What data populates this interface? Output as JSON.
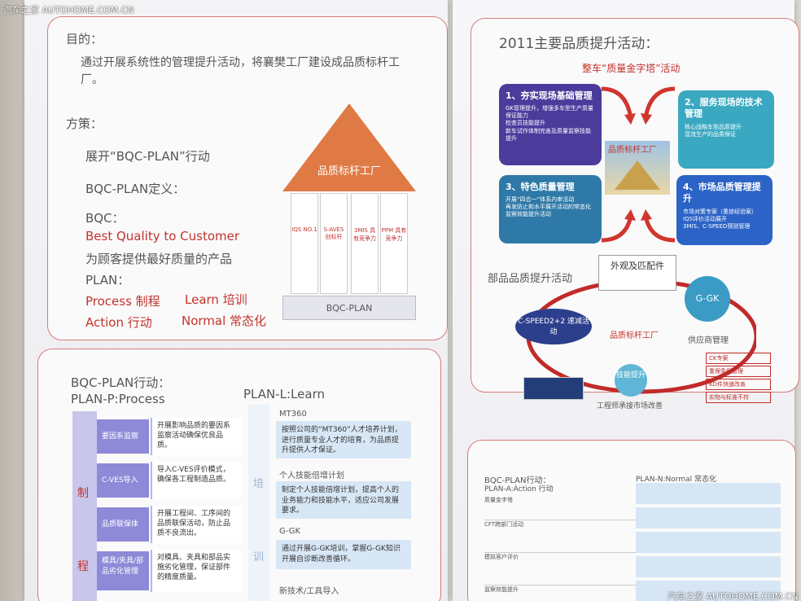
{
  "watermark_top": "汽车之家 AUTOHOME.COM.CN",
  "watermark_bottom": "汽车之家 AUTOHOME.COM.CN",
  "left": {
    "goal_title": "目的：",
    "goal_text": "通过开展系统性的管理提升活动，将襄樊工厂建设成品质标杆工厂。",
    "strategy_title": "方策：",
    "strategy_line": "展开“BQC-PLAN”行动",
    "definition": "BQC-PLAN定义：",
    "bqc": "BQC：",
    "bqc_en": "Best Quality to Customer",
    "bqc_cn": "为顾客提供最好质量的产品",
    "plan": "PLAN：",
    "plan_lines": [
      "Process 制程",
      "Learn 培训",
      "Action 行动",
      "Normal 常态化"
    ],
    "pyramid": {
      "roof_label": "品质标杆工厂",
      "base_label": "BQC-PLAN",
      "pillars": [
        "IQS NO.1",
        "S-AVES 创标杆",
        "3MIS 具有竞争力",
        "PPM 具有竞争力"
      ]
    },
    "section2_title": "BQC-PLAN行动：",
    "plan_p": "PLAN-P:Process",
    "plan_l": "PLAN-L:Learn",
    "side_chars": [
      "制",
      "程"
    ],
    "process_rows": [
      {
        "label": "要因系监察",
        "text": "开展影响品质的要因系监察活动确保优良品质。"
      },
      {
        "label": "C-VES导入",
        "text": "导入C-VES评价模式，确保各工程制造品质。"
      },
      {
        "label": "品质联保体系",
        "text": "开展工程间、工序间的品质联保活动，防止品质不良流出。"
      },
      {
        "label": "模具/夹具/部品劣化管理",
        "text": "对模具、夹具和部品实施劣化管理，保证部件的精度质量。"
      }
    ],
    "learn_items": [
      {
        "title": "MT360",
        "text": "按照公司的“MT360”人才培养计划，进行质量专业人才的培育，为品质提升提供人才保证。"
      },
      {
        "title": "个人技能倍增计划",
        "text": "制定个人技能倍增计划，提高个人的业务能力和技能水平，适应公司发展要求。"
      },
      {
        "title": "G-GK",
        "text": "通过开展G-GK培训，掌握G-GK知识开展自诊断改善循环。"
      },
      {
        "title": "新技术/工具导入",
        "text": ""
      }
    ],
    "learn_side": [
      "培",
      "训"
    ]
  },
  "right": {
    "title": "2011主要品质提升活动：",
    "subtitle": "整车“质量金字塔”活动",
    "center_label": "品质标杆工厂",
    "boxes": [
      {
        "title": "1、夯实现场基础管理",
        "items": [
          "GK管理提升，增强多车型生产质量保证能力",
          "检查员技能提升",
          "新车试作体制完善及质量监察技能提升"
        ]
      },
      {
        "title": "2、服务现场的技术管理",
        "items": [
          "核心战略车型品质提升",
          "混流生产的品质保证"
        ]
      },
      {
        "title": "3、特色质量管理",
        "items": [
          "开展“四合一”体系内审活动",
          "再发防止和水平展开活动的常态化",
          "监察效能提升活动"
        ]
      },
      {
        "title": "4、市场品质管理提升",
        "items": [
          "市场对策专案（重综经验案）",
          "IQS评价活动展开",
          "3MIS、C-SPEED预测管理"
        ]
      }
    ],
    "parts_title": "部品品质提升活动",
    "parts": {
      "appearance": "外观及匹配件",
      "ggk": "G-GK",
      "cspeed": "C-SPEED2+2 速减活动",
      "center": "品质标杆工厂",
      "supplier": "供应商管理",
      "tech": "技能提升",
      "engineer": "工程师承接市场改善",
      "supplier_items": [
        "CK专案",
        "重保条例管理",
        "KD件快速改善",
        "实物与标准不符"
      ]
    },
    "bottom_title": "BQC-PLAN行动：",
    "plan_a": "PLAN-A:Action 行动",
    "plan_n": "PLAN-N:Normal 常态化",
    "a_rows": [
      "质量金字塔",
      "CFT跨部门活动",
      "模拟客户评价",
      "监察效能提升"
    ]
  }
}
